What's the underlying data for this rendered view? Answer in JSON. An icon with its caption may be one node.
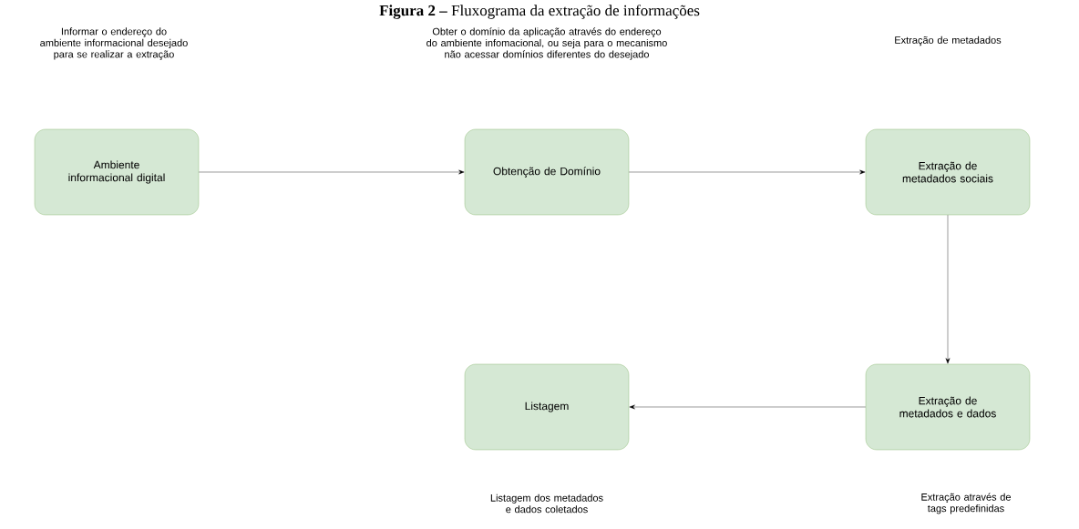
{
  "diagram": {
    "title": "**Figura 2 –** Fluxograma da extração de informações",
    "nodes": [
      {
        "text": [
          "Ambiente informacional digital"
        ]
      },
      {
        "text": [
          "Obtenção de Domínio"
        ]
      },
      {
        "text": [
          "Extração de metadados sociais"
        ]
      },
      {
        "text": [
          "Listagem"
        ]
      },
      {
        "text": [
          "Extração de metadados e dados"
        ]
      }
    ],
    "edges": [
      {
        "from": 0,
        "to": 1,
        "arrow": "to"
      },
      {
        "from": 1,
        "to": 2,
        "arrow": "to"
      },
      {
        "from": 2,
        "to": 4,
        "arrow": "to"
      },
      {
        "from": 4,
        "to": 3,
        "arrow": "to"
      }
    ],
    "labels": [
      "Informar o endereço do ambiente informacional desejado para se realizar a extração",
      "Obter o domínio da aplicação através do endereço do ambiente infomacional, ou seja para o mecanismo não acessar domínios diferentes do desejado",
      "Extração de metadados",
      "Listagem dos metadados e dados coletados",
      "Extração através de tags predefinidas"
    ]
  }
}
